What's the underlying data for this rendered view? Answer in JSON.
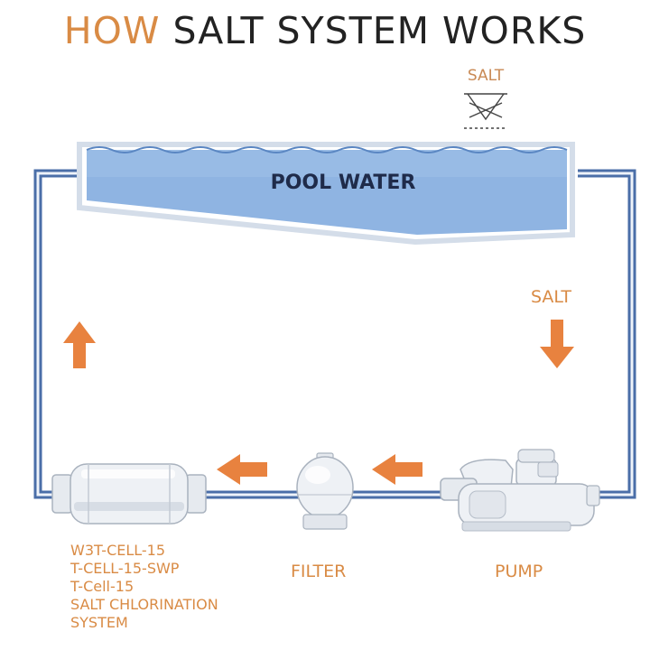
{
  "title": {
    "highlight": "HOW",
    "rest": " SALT SYSTEM WORKS"
  },
  "pool": {
    "label": "POOL WATER"
  },
  "salt_top": "SALT",
  "salt_right": "SALT",
  "filter": "FILTER",
  "pump": "PUMP",
  "cell_lines": [
    "W3T-CELL-15",
    "T-CELL-15-SWP",
    "T-Cell-15",
    "SALT CHLORINATION",
    "SYSTEM"
  ],
  "colors": {
    "accent": "#d98b45",
    "pipe": "#4a6ea8",
    "water": "#8fb4e2",
    "text": "#222222"
  }
}
